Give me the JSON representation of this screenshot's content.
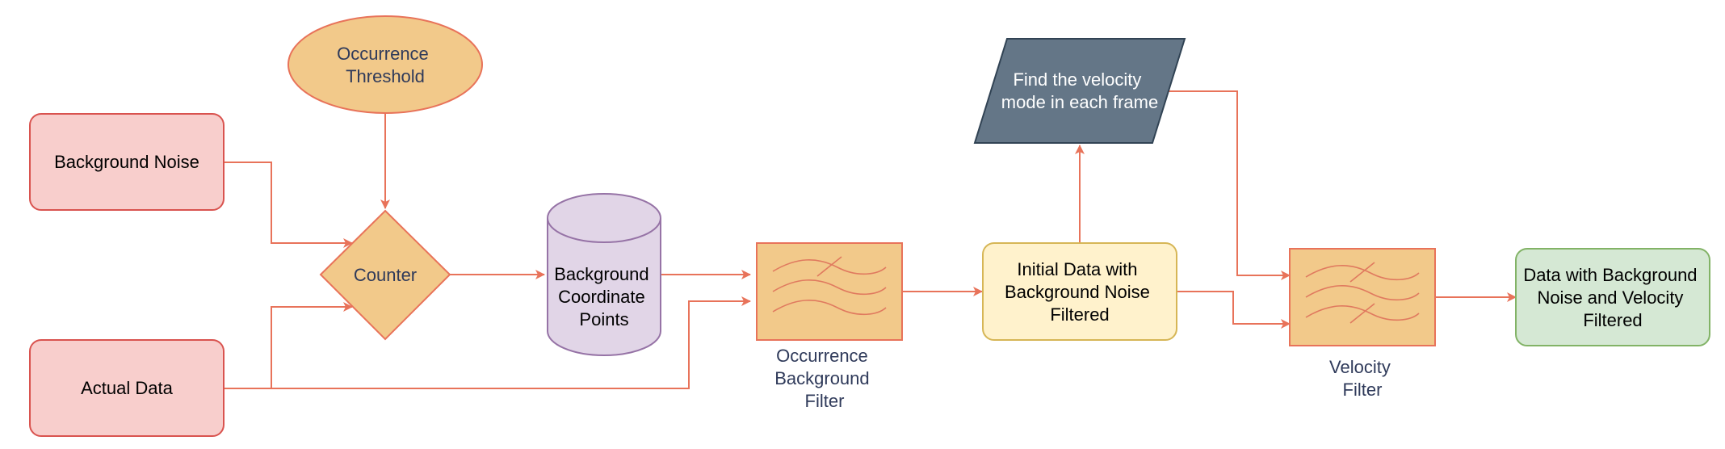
{
  "nodes": {
    "occurrence_threshold": {
      "lines": [
        "Occurrence",
        "Threshold"
      ]
    },
    "background_noise": {
      "lines": [
        "Background Noise"
      ]
    },
    "actual_data": {
      "lines": [
        "Actual Data"
      ]
    },
    "counter": {
      "lines": [
        "Counter"
      ]
    },
    "background_coordinate_points": {
      "lines": [
        "Background",
        "Coordinate",
        "Points"
      ]
    },
    "occurrence_background_filter": {
      "lines": [
        "Occurrence",
        "Background",
        "Filter"
      ]
    },
    "initial_data_filtered": {
      "lines": [
        "Initial Data with",
        "Background Noise",
        "Filtered"
      ]
    },
    "velocity_mode": {
      "lines": [
        "Find the velocity",
        "mode in each frame"
      ]
    },
    "velocity_filter": {
      "lines": [
        "Velocity",
        "Filter"
      ]
    },
    "final_data": {
      "lines": [
        "Data with Background",
        "Noise and Velocity",
        "Filtered"
      ]
    }
  },
  "colors": {
    "edge": "#e8735a",
    "red_fill": "#f8cecc",
    "red_stroke": "#d9534f",
    "orange_fill": "#f2c98a",
    "orange_stroke": "#e8735a",
    "purple_fill": "#e1d5e7",
    "purple_stroke": "#9673a6",
    "yellow_fill": "#fff2cc",
    "yellow_stroke": "#d6b656",
    "slate_fill": "#647687",
    "green_fill": "#d5e8d4",
    "green_stroke": "#82b366"
  }
}
